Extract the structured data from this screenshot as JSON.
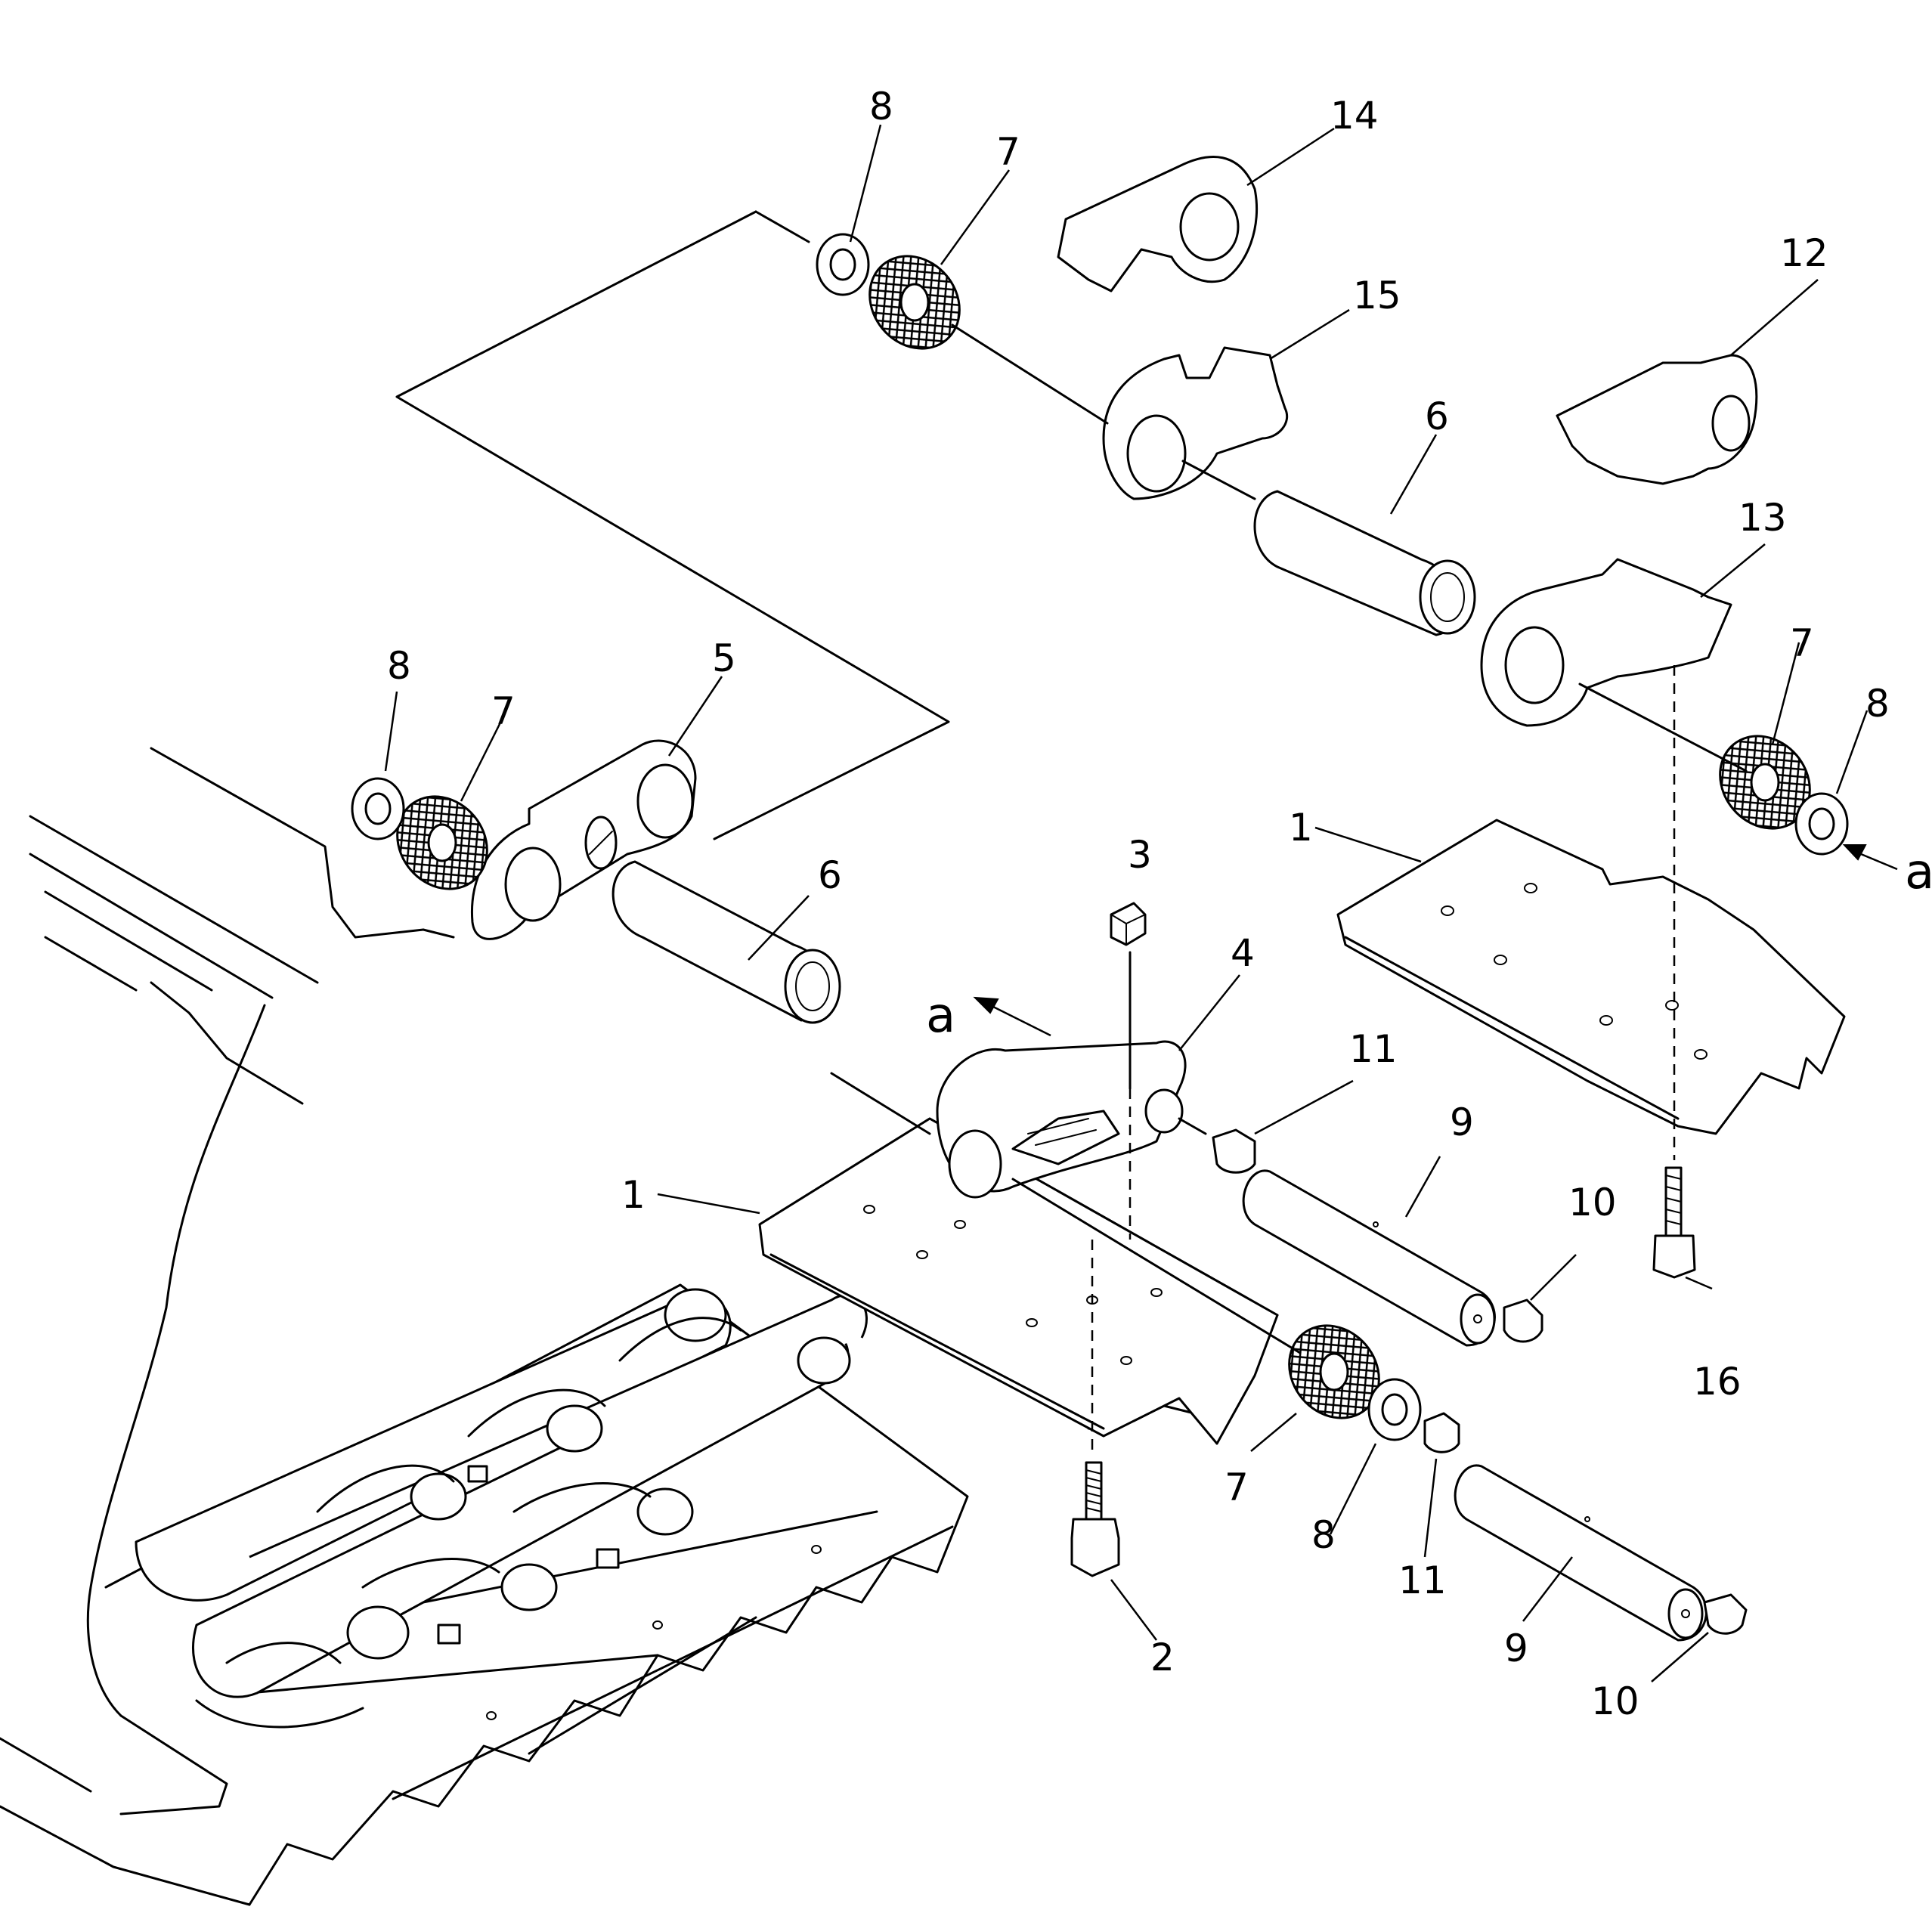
{
  "callouts": {
    "n1a": "1",
    "n1b": "1",
    "n2": "2",
    "n3": "3",
    "n4": "4",
    "n5": "5",
    "n6a": "6",
    "n6b": "6",
    "n7a": "7",
    "n7b": "7",
    "n7c": "7",
    "n7d": "7",
    "n8a": "8",
    "n8b": "8",
    "n8c": "8",
    "n8d": "8",
    "n9a": "9",
    "n9b": "9",
    "n10a": "10",
    "n10b": "10",
    "n11a": "11",
    "n11b": "11",
    "n12": "12",
    "n13": "13",
    "n14": "14",
    "n15": "15",
    "n16": "16",
    "a_left": "a",
    "a_right": "a"
  }
}
